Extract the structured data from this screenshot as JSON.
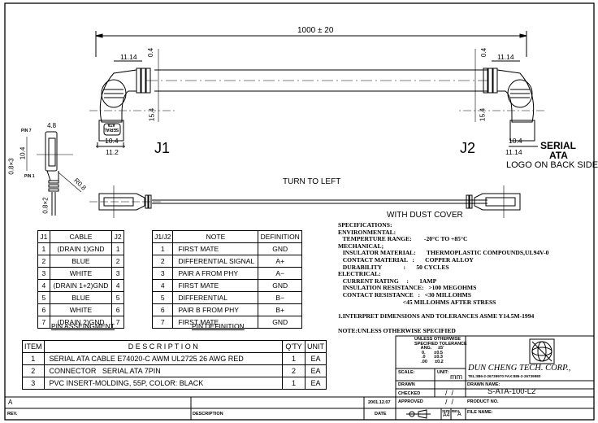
{
  "drawing": {
    "overall_length": "1000 ± 20",
    "dims": {
      "d1114": "11.14",
      "d04": "0.4",
      "d154": "15.4",
      "d104": "10.4",
      "d112": "11.2",
      "d48": "4.8",
      "d08x3": "0.8×3",
      "d08x2": "0.8×2",
      "r08": "R0.8"
    },
    "j1": "J1",
    "j2": "J2",
    "pin7": "PIN 7",
    "pin1": "PIN 1",
    "logo_text_1": "SERIAL",
    "logo_text_2": "ATA",
    "logo_note": "LOGO ON BACK SIDE",
    "turn_to_left": "TURN TO LEFT",
    "with_dust_cover": "WITH DUST COVER",
    "connector_mark": "SERIAL ATA"
  },
  "pin_assignment": {
    "headers": [
      "J1",
      "CABLE",
      "J2"
    ],
    "rows": [
      [
        "1",
        "(DRAIN 1)GND",
        "1"
      ],
      [
        "2",
        "BLUE",
        "2"
      ],
      [
        "3",
        "WHITE",
        "3"
      ],
      [
        "4",
        "(DRAIN 1+2)GND",
        "4"
      ],
      [
        "5",
        "BLUE",
        "5"
      ],
      [
        "6",
        "WHITE",
        "6"
      ],
      [
        "7",
        "(DRAIN 2)GND",
        "7"
      ]
    ],
    "caption": "PIN ASSEINGMENT"
  },
  "pin_definition": {
    "headers": [
      "J1/J2",
      "NOTE",
      "DEFINITION"
    ],
    "rows": [
      [
        "1",
        "FIRST MATE",
        "GND"
      ],
      [
        "2",
        "DIFFERENTIAL SIGNAL",
        "A+"
      ],
      [
        "3",
        "PAIR A FROM PHY",
        "A−"
      ],
      [
        "4",
        "FIRST MATE",
        "GND"
      ],
      [
        "5",
        "DIFFERENTIAL",
        "B−"
      ],
      [
        "6",
        "PAIR B FROM PHY",
        "B+"
      ],
      [
        "7",
        "FIRST MATE",
        "GND"
      ]
    ],
    "caption": "PIN DEFINITION"
  },
  "specifications": [
    "SPECIFICATIONS:",
    "ENVIRONMENTAL:",
    "   TEMPERTURE RANGE:        -20°C TO +85°C",
    "MECHANICAL;",
    "   INSULATOR MATERIAL:       THERMOPLASTIC COMPOUNDS,UL94V-0",
    "   CONTACT MATERIAL   :       COPPER ALLOY",
    "   DURABILITY              :       50 CYCLES",
    "ELECTRICAL:",
    "   CURRENT RATING     :       1AMP",
    "   INSULATION RESISTANCE:   >100 MEGOHMS",
    "   CONTACT RESISTANCE   :   <30 MILLOHMS",
    "                                          <45 MILLOHMS AFTER STRESS"
  ],
  "note1": "1.INTERPRET DIMENSIONS AND TOLERANCES ASME Y14.5M-1994",
  "note2": "NOTE:UNLESS OTHERWISE SPECIFIED",
  "bom": {
    "headers": [
      "ITEM",
      "D E S C R I P T I O N",
      "Q'TY",
      "UNIT"
    ],
    "rows": [
      [
        "1",
        "SERIAL ATA CABLE E74020-C AWM UL2725 26 AWG RED",
        "1",
        "EA"
      ],
      [
        "2",
        "CONNECTOR   SERIAL ATA 7PIN",
        "2",
        "EA"
      ],
      [
        "3",
        "PVC INSERT-MOLDING, 55P, COLOR: BLACK",
        "1",
        "EA"
      ]
    ]
  },
  "title_block": {
    "tolerance": [
      "UNLESS OTHERWISE",
      "SPECIFIED TOLERANCE",
      "ANG.     ±5'",
      "0.       ±0.5",
      ".0       ±0.3",
      ".00      ±0.2"
    ],
    "scale_label": "SCALE:",
    "unit_label": "UNIT:",
    "unit_value": "mm",
    "drawn_label": "DRAWN",
    "checked_label": "CHECKED",
    "approved_label": "APPROVED",
    "slash": "/  /",
    "size_label": "SIZE",
    "size_value": "A4",
    "rev_label": "REV.",
    "rev_value": "A",
    "company": "DUN CHENG TECH. CORP.,",
    "contact": "TEL:886-2-26739970 FAX:886-2-26739980",
    "drawn_name_label": "DRAWN NAME:",
    "drawn_name": "S-ATA-100-L2",
    "product_no_label": "PRODUCT NO.",
    "file_name_label": "FILE NAME:"
  },
  "revision": {
    "rev": "A",
    "date": "2001.12.07",
    "rev_header": "REV.",
    "description_header": "DESCRIPTION",
    "date_header": "DATE"
  }
}
